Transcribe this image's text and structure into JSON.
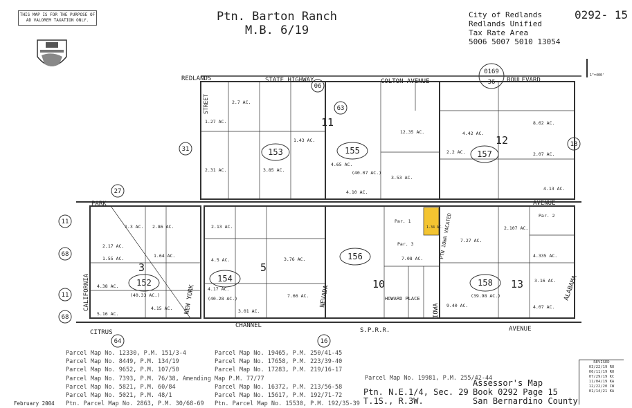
{
  "header": {
    "disclaimer": "THIS MAP IS FOR THE PURPOSE OF AD VALOREM TAXATION ONLY.",
    "title_line1": "Ptn. Barton Ranch",
    "title_line2": "M.B. 6/19",
    "city_line1": "City of Redlands",
    "city_line2": "Redlands Unified",
    "city_line3": "Tax Rate Area",
    "city_line4": "5006 5007 5010 13054",
    "map_number": "0292- 15",
    "adjacent_map_top": "0169",
    "adjacent_map_bottom": "36",
    "scale": "1\"=400'"
  },
  "streets": {
    "redlands": "REDLANDS",
    "state_highway": "STATE HIGHWAY",
    "colton": "COLTON AVENUE",
    "boulevard": "BOULEVARD",
    "park": "PARK",
    "avenue_mid": "AVENUE",
    "citrus": "CITRUS",
    "channel": "CHANNEL",
    "sprr": "S.P.R.R.",
    "avenue_bottom": "AVENUE",
    "california": "CALIFORNIA",
    "new_york": "NEW YORK",
    "nevada": "NEVADA",
    "iowa": "IOWA",
    "alabama": "ALABAMA",
    "vacato": "PTN IOWA VACATED",
    "howard_place": "HOWARD PLACE",
    "street": "STREET"
  },
  "blocks": [
    "11",
    "12",
    "3",
    "5",
    "10",
    "13"
  ],
  "pages": [
    "153",
    "155",
    "157",
    "152",
    "154",
    "156",
    "158"
  ],
  "adjacent_books": [
    "06",
    "31",
    "27",
    "11",
    "68",
    "11",
    "68",
    "63",
    "18",
    "64",
    "16"
  ],
  "parcel_labels": {
    "a1": "2.7 AC.",
    "a2": "1.27 AC.",
    "a3": "3.85 AC.",
    "a4": "1.43 AC.",
    "a5": "2.31 AC.",
    "a6": "4.65 AC.",
    "a7": "(40.07 AC.)",
    "a8": "12.35 AC.",
    "a9": "4.10 AC.",
    "a10": "3.53 AC.",
    "a11": "4.42 AC.",
    "a12": "8.62 AC.",
    "a13": "2.2 AC.",
    "a14": "2.07 AC.",
    "a15": "4.13 AC.",
    "a16": "1.3 AC.",
    "a17": "2.86 AC.",
    "a18": "2.17 AC.",
    "a19": "1.64 AC.",
    "a20": "1.55 AC.",
    "a21": "4.38 AC.",
    "a22": "(40.33 AC.)",
    "a23": "5.16 AC.",
    "a24": "4.15 AC.",
    "a25": "2.13 AC.",
    "a26": "4.5 AC.",
    "a27": "3.76 AC.",
    "a28": "4.17 AC.",
    "a29": "(40.28 AC.)",
    "a30": "7.66 AC.",
    "a31": "3.01 AC.",
    "a32": "7.08 AC.",
    "a33": "7.27 AC.",
    "a34": "2.107 AC.",
    "a35": "4.335 AC.",
    "a36": "9.40 AC.",
    "a37": "(39.98 AC.)",
    "a38": "3.16 AC.",
    "a39": "4.07 AC.",
    "a40": "1.34 AC.",
    "par1": "Par. 1",
    "par2": "Par. 2",
    "par3": "Par. 3"
  },
  "parcel_map_refs": {
    "left": [
      "Parcel Map No. 12330, P.M. 151/3-4",
      "Parcel Map No. 8449, P.M. 134/19",
      "Parcel Map No. 9652, P.M. 107/50",
      "Parcel Map No. 7393, P.M. 76/38, Amending Map P.M. 77/77",
      "Parcel Map No. 5821, P.M. 60/84",
      "Parcel Map No. 5021, P.M. 48/1",
      "Ptn. Parcel Map No. 2863, P.M. 30/68-69"
    ],
    "middle": [
      "Parcel Map No. 19465, P.M. 250/41-45",
      "Parcel Map No. 17658, P.M. 223/39-40",
      "Parcel Map No. 17283, P.M. 219/16-17",
      "Parcel Map No. 16372, P.M. 213/56-58",
      "Parcel Map No. 15617, P.M. 192/71-72",
      "Ptn. Parcel Map No. 15530, P.M. 192/35-39"
    ],
    "extra": "Parcel Map No. 19981, P.M. 255/42-44"
  },
  "footer": {
    "date": "February 2004",
    "section_line1": "Ptn. N.E.1/4, Sec. 29",
    "section_line2": "T.1S., R.3W.",
    "assessor_line1": "Assessor's Map",
    "assessor_line2": "Book 0292 Page 15",
    "assessor_line3": "San Bernardino County",
    "revised_title": "REVISED",
    "revisions": [
      "03/22/19 RU",
      "06/11/19 RU",
      "07/29/19 KC",
      "11/04/19 KA",
      "12/22/20 CW",
      "01/14/21 KA"
    ]
  },
  "colors": {
    "highlight": "#f3c431",
    "line": "#333333"
  }
}
